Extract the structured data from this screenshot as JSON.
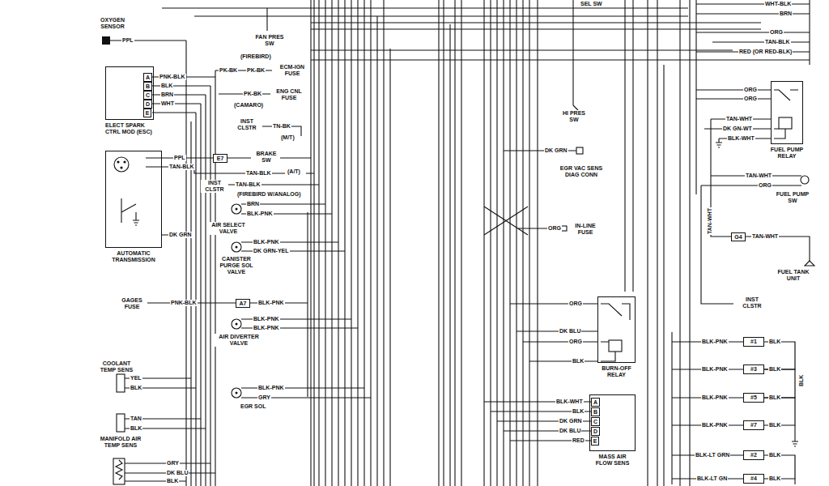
{
  "diagram": {
    "nodes": [
      {
        "text": [
          "ELECT SPARK CTRL MOD (ESC)"
        ]
      },
      {
        "text": [
          "A"
        ],
        "in": 0
      },
      {
        "text": [
          "B"
        ],
        "in": 0
      },
      {
        "text": [
          "C"
        ],
        "in": 0
      },
      {
        "text": [
          "D"
        ],
        "in": 0
      },
      {
        "text": [
          "E"
        ],
        "in": 0
      },
      {
        "text": [
          "E7"
        ]
      },
      {
        "text": [
          "AUTOMATIC TRANSMISSION"
        ]
      },
      {
        "text": [
          "A7"
        ]
      },
      {
        "text": [
          "BURN-OFF RELAY"
        ]
      },
      {
        "text": [
          "MASS AIR FLOW SENS"
        ]
      },
      {
        "text": [
          "A"
        ],
        "in": 10
      },
      {
        "text": [
          "B"
        ],
        "in": 10
      },
      {
        "text": [
          "C"
        ],
        "in": 10
      },
      {
        "text": [
          "D"
        ],
        "in": 10
      },
      {
        "text": [
          "E"
        ],
        "in": 10
      },
      {
        "text": [
          "FUEL PUMP RELAY"
        ]
      },
      {
        "text": [
          "G4"
        ]
      },
      {
        "text": [
          "#1"
        ]
      },
      {
        "text": [
          "#3"
        ]
      },
      {
        "text": [
          "#5"
        ]
      },
      {
        "text": [
          "#7"
        ]
      },
      {
        "text": [
          "#2"
        ]
      },
      {
        "text": [
          "#4"
        ]
      }
    ],
    "edges": [
      {
        "from": 18,
        "to": 19,
        "arrow": "none"
      },
      {
        "from": 19,
        "to": 20,
        "arrow": "none"
      },
      {
        "from": 20,
        "to": 21,
        "arrow": "none"
      },
      {
        "from": 22,
        "to": 23,
        "arrow": "none"
      }
    ],
    "labels": [
      "OXYGEN SENSOR",
      "PPL",
      "FAN PRES SW",
      "SEL SW",
      "(FIREBIRD)",
      "PK-BK",
      "PK-BK",
      "ECM-IGN FUSE",
      "PNK-BLK",
      "BLK",
      "BRN",
      "WHT",
      "PK-BK",
      "ENG CNL FUSE",
      "(CAMARO)",
      "INST CLSTR",
      "TN-BK",
      "(M/T)",
      "PPL",
      "TAN-BLK",
      "BRAKE SW",
      "TAN-BLK",
      "(A/T)",
      "INST CLSTR",
      "TAN-BLK",
      "(FIREBIRD W/ANALOG)",
      "BRN",
      "BLK-PNK",
      "AIR SELECT VALVE",
      "DK GRN",
      "BLK-PNK",
      "DK GRN-YEL",
      "CANISTER PURGE SOL VALVE",
      "GAGES FUSE",
      "PNK-BLK",
      "BLK-PNK",
      "BLK-PNK",
      "BLK-PNK",
      "AIR DIVERTER VALVE",
      "COOLANT TEMP SENS",
      "YEL",
      "BLK",
      "BLK-PNK",
      "GRY",
      "EGR SOL",
      "TAN",
      "BLK",
      "MANIFOLD AIR TEMP SENS",
      "GRY",
      "DK BLU",
      "BLK",
      "HI PRES SW",
      "DK GRN",
      "EGR VAC SENS DIAG CONN",
      "ORG",
      "IN-LINE FUSE",
      "ORG",
      "DK BLU",
      "ORG",
      "BLK",
      "BLK-WHT",
      "BLK",
      "DK GRN",
      "DK BLU",
      "RED",
      "WHT-BLK",
      "BRN",
      "ORG",
      "TAN-BLK",
      "RED (OR RED-BLK)",
      "ORG",
      "ORG",
      "TAN-WHT",
      "DK GN-WT",
      "BLK-WHT",
      "TAN-WHT",
      "ORG",
      "FUEL PUMP SW",
      "TAN-WHT",
      "TAN-WHT",
      "FUEL TANK UNIT",
      "INST CLSTR",
      "BLK-PNK",
      "BLK",
      "BLK-PNK",
      "BLK",
      "BLK-PNK",
      "BLK",
      "BLK-PNK",
      "BLK",
      "BLK-LT GRN",
      "BLK",
      "BLK-LT GN",
      "BLK",
      "BLK"
    ]
  }
}
